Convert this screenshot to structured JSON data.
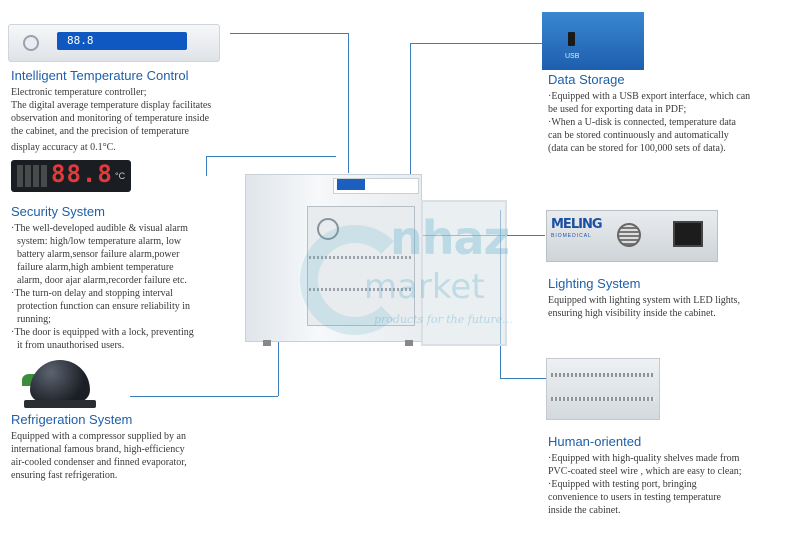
{
  "sections": {
    "temp_control": {
      "title": "Intelligent Temperature Control",
      "lines": [
        "Electronic temperature controller;",
        "The digital average temperature display facilitates",
        "observation and monitoring of temperature inside",
        "the cabinet, and the precision of temperature",
        "display accuracy at 0.1°C."
      ]
    },
    "security": {
      "title": "Security System",
      "lines": [
        "·The well-developed audible & visual alarm",
        "system: high/low temperature alarm, low",
        "battery alarm,sensor failure alarm,power",
        "failure alarm,high ambient  temperature",
        "alarm, door ajar alarm,recorder failure etc.",
        "·The turn-on delay and stopping interval",
        "protection function can ensure reliability in",
        "running;",
        "·The door is equipped with a lock, preventing",
        "it from unauthorised users."
      ]
    },
    "refrigeration": {
      "title": "Refrigeration System",
      "lines": [
        "Equipped with a compressor supplied by an",
        "international famous brand, high-efficiency",
        "air-cooled condenser and finned evaporator,",
        "ensuring fast refrigeration."
      ]
    },
    "data_storage": {
      "title": "Data Storage",
      "lines": [
        "·Equipped with a USB export interface, which can",
        "be used for exporting data in PDF;",
        "·When a U-disk is connected, temperature data",
        "can be stored continuously and automatically",
        "(data can be stored for 100,000 sets of data)."
      ]
    },
    "lighting": {
      "title": "Lighting System",
      "lines": [
        "Equipped with lighting system with LED lights,",
        "ensuring high visibility inside the cabinet."
      ]
    },
    "human": {
      "title": "Human-oriented",
      "lines": [
        "·Equipped with high-quality shelves made  from",
        "PVC-coated steel wire , which are easy to clean;",
        "·Equipped with testing port, bringing",
        "convenience to users in testing temperature",
        "inside the cabinet."
      ]
    }
  },
  "images": {
    "controller_digits": "88.8",
    "display_number": "88.8",
    "display_unit": "°C",
    "usb_label": "USB",
    "brand_logo": "MELING",
    "brand_sub": "BIOMEDICAL"
  },
  "watermark": {
    "line1": "nhaz",
    "line2": "market",
    "tagline": "products for the future..."
  },
  "colors": {
    "title_blue": "#1f5fa8",
    "line_blue": "#3c7fbf",
    "panel_blue": "#1d5fae",
    "display_red": "#e23a3a"
  }
}
